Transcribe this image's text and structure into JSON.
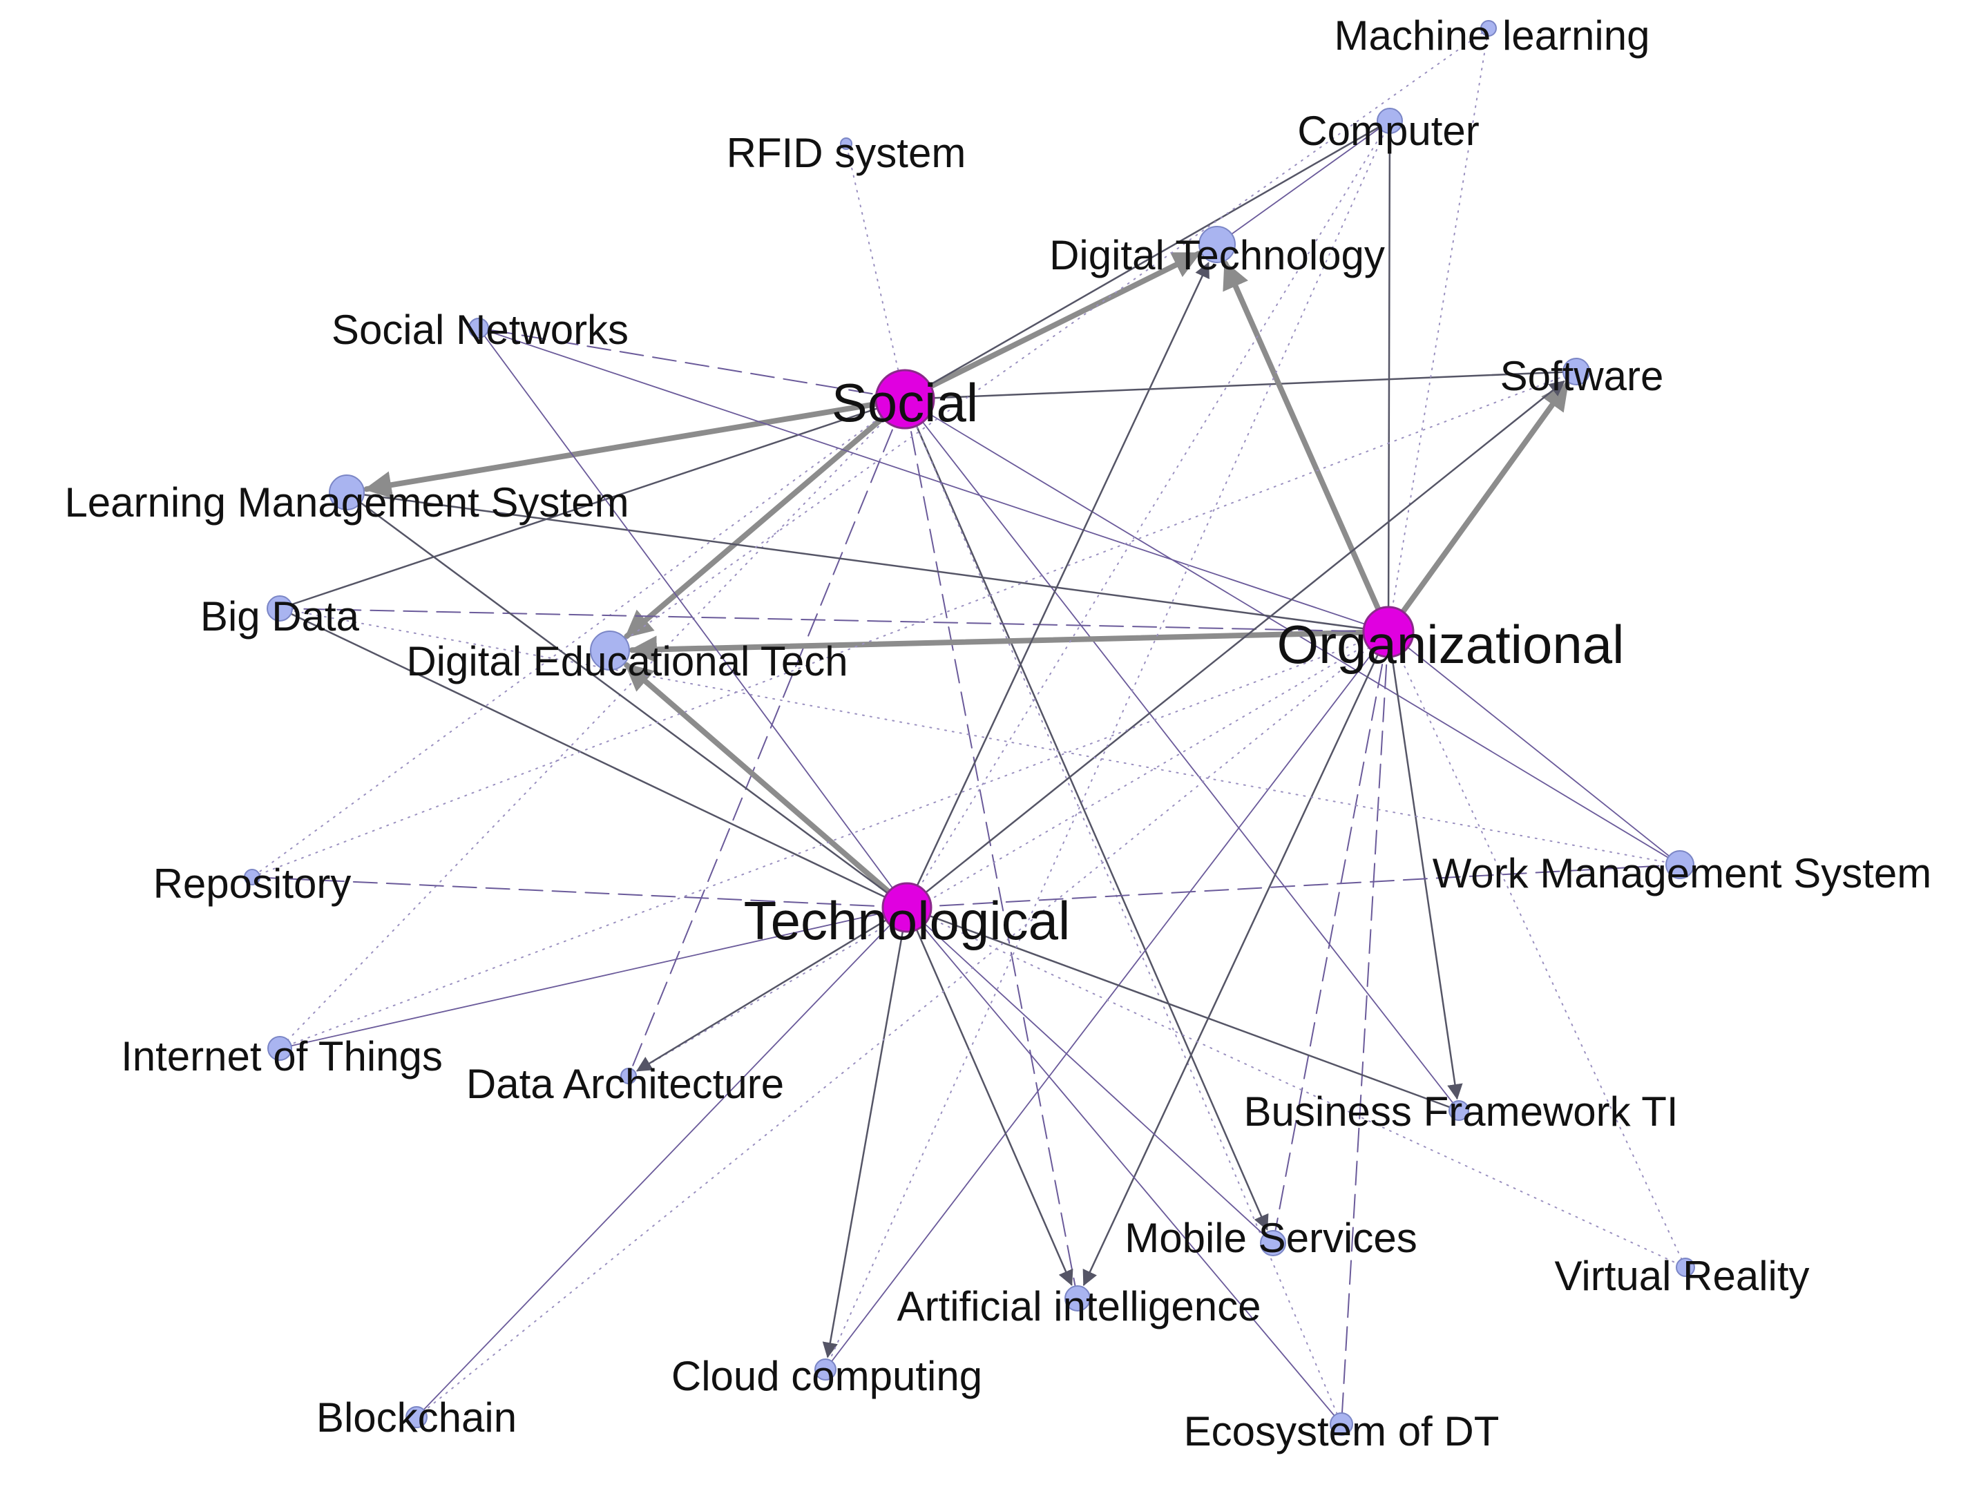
{
  "colors": {
    "hub": "#e000e0",
    "hub_stroke": "#8a2a8a",
    "node": "#a9b4f0",
    "node_stroke": "#7b86c6",
    "edge_dark": "#555566",
    "edge_gray": "#8c8c8c",
    "edge_purple": "#6a5a9a",
    "edge_light": "#9a90c0"
  },
  "nodes": [
    {
      "id": "social",
      "label": "Social",
      "kind": "hub"
    },
    {
      "id": "org",
      "label": "Organizational",
      "kind": "hub"
    },
    {
      "id": "tech",
      "label": "Technological",
      "kind": "hub"
    },
    {
      "id": "ml",
      "label": "Machine learning",
      "kind": "topic"
    },
    {
      "id": "computer",
      "label": "Computer",
      "kind": "topic"
    },
    {
      "id": "rfid",
      "label": "RFID system",
      "kind": "topic"
    },
    {
      "id": "digtech",
      "label": "Digital Technology",
      "kind": "topic"
    },
    {
      "id": "socnet",
      "label": "Social Networks",
      "kind": "topic"
    },
    {
      "id": "software",
      "label": "Software",
      "kind": "topic"
    },
    {
      "id": "lms",
      "label": "Learning Management System",
      "kind": "topic"
    },
    {
      "id": "bigdata",
      "label": "Big Data",
      "kind": "topic"
    },
    {
      "id": "det",
      "label": "Digital Educational Tech",
      "kind": "topic"
    },
    {
      "id": "repo",
      "label": "Repository",
      "kind": "topic"
    },
    {
      "id": "wms",
      "label": "Work Management System",
      "kind": "topic"
    },
    {
      "id": "iot",
      "label": "Internet of Things",
      "kind": "topic"
    },
    {
      "id": "dataarch",
      "label": "Data Architecture",
      "kind": "topic"
    },
    {
      "id": "bfti",
      "label": "Business Framework TI",
      "kind": "topic"
    },
    {
      "id": "mobile",
      "label": "Mobile Services",
      "kind": "topic"
    },
    {
      "id": "vr",
      "label": "Virtual Reality",
      "kind": "topic"
    },
    {
      "id": "ai",
      "label": "Artificial intelligence",
      "kind": "topic"
    },
    {
      "id": "cloud",
      "label": "Cloud computing",
      "kind": "topic"
    },
    {
      "id": "blockchain",
      "label": "Blockchain",
      "kind": "topic"
    },
    {
      "id": "eco",
      "label": "Ecosystem of DT",
      "kind": "topic"
    }
  ],
  "edges": [
    {
      "from": "social",
      "to": "digtech",
      "style": "thick",
      "arrow": true
    },
    {
      "from": "social",
      "to": "lms",
      "style": "thick",
      "arrow": true
    },
    {
      "from": "social",
      "to": "det",
      "style": "thick",
      "arrow": true
    },
    {
      "from": "social",
      "to": "software",
      "style": "solid",
      "arrow": false
    },
    {
      "from": "social",
      "to": "computer",
      "style": "solid",
      "arrow": false
    },
    {
      "from": "social",
      "to": "bigdata",
      "style": "solid",
      "arrow": false
    },
    {
      "from": "social",
      "to": "mobile",
      "style": "solid",
      "arrow": true
    },
    {
      "from": "social",
      "to": "ai",
      "style": "dashed",
      "arrow": false
    },
    {
      "from": "social",
      "to": "dataarch",
      "style": "dashed",
      "arrow": false
    },
    {
      "from": "social",
      "to": "socnet",
      "style": "dashed",
      "arrow": false
    },
    {
      "from": "social",
      "to": "rfid",
      "style": "dotted",
      "arrow": false
    },
    {
      "from": "social",
      "to": "wms",
      "style": "thin",
      "arrow": false
    },
    {
      "from": "social",
      "to": "bfti",
      "style": "thin",
      "arrow": false
    },
    {
      "from": "social",
      "to": "eco",
      "style": "dotted",
      "arrow": false
    },
    {
      "from": "social",
      "to": "repo",
      "style": "dotted",
      "arrow": false
    },
    {
      "from": "social",
      "to": "iot",
      "style": "dotted",
      "arrow": false
    },
    {
      "from": "org",
      "to": "digtech",
      "style": "thick",
      "arrow": true
    },
    {
      "from": "org",
      "to": "software",
      "style": "thick",
      "arrow": true
    },
    {
      "from": "org",
      "to": "det",
      "style": "thick",
      "arrow": true
    },
    {
      "from": "org",
      "to": "computer",
      "style": "solid",
      "arrow": false
    },
    {
      "from": "org",
      "to": "lms",
      "style": "solid",
      "arrow": false
    },
    {
      "from": "org",
      "to": "bigdata",
      "style": "dashed",
      "arrow": false
    },
    {
      "from": "org",
      "to": "bfti",
      "style": "solid",
      "arrow": true
    },
    {
      "from": "org",
      "to": "wms",
      "style": "thin",
      "arrow": false
    },
    {
      "from": "org",
      "to": "mobile",
      "style": "dashed",
      "arrow": false
    },
    {
      "from": "org",
      "to": "ai",
      "style": "solid",
      "arrow": true
    },
    {
      "from": "org",
      "to": "eco",
      "style": "dashed",
      "arrow": false
    },
    {
      "from": "org",
      "to": "cloud",
      "style": "thin",
      "arrow": false
    },
    {
      "from": "org",
      "to": "vr",
      "style": "dotted",
      "arrow": false
    },
    {
      "from": "org",
      "to": "ml",
      "style": "dotted",
      "arrow": false
    },
    {
      "from": "org",
      "to": "socnet",
      "style": "thin",
      "arrow": false
    },
    {
      "from": "org",
      "to": "dataarch",
      "style": "dotted",
      "arrow": false
    },
    {
      "from": "tech",
      "to": "det",
      "style": "thick",
      "arrow": true
    },
    {
      "from": "tech",
      "to": "digtech",
      "style": "solid",
      "arrow": true
    },
    {
      "from": "tech",
      "to": "software",
      "style": "solid",
      "arrow": true
    },
    {
      "from": "tech",
      "to": "lms",
      "style": "solid",
      "arrow": false
    },
    {
      "from": "tech",
      "to": "bigdata",
      "style": "solid",
      "arrow": false
    },
    {
      "from": "tech",
      "to": "bfti",
      "style": "solid",
      "arrow": false
    },
    {
      "from": "tech",
      "to": "ai",
      "style": "solid",
      "arrow": true
    },
    {
      "from": "tech",
      "to": "cloud",
      "style": "solid",
      "arrow": true
    },
    {
      "from": "tech",
      "to": "dataarch",
      "style": "solid",
      "arrow": true
    },
    {
      "from": "tech",
      "to": "mobile",
      "style": "thin",
      "arrow": false
    },
    {
      "from": "tech",
      "to": "eco",
      "style": "thin",
      "arrow": false
    },
    {
      "from": "tech",
      "to": "wms",
      "style": "dashed",
      "arrow": false
    },
    {
      "from": "tech",
      "to": "repo",
      "style": "dashed",
      "arrow": false
    },
    {
      "from": "tech",
      "to": "iot",
      "style": "thin",
      "arrow": false
    },
    {
      "from": "tech",
      "to": "blockchain",
      "style": "thin",
      "arrow": false
    },
    {
      "from": "tech",
      "to": "socnet",
      "style": "thin",
      "arrow": false
    },
    {
      "from": "tech",
      "to": "vr",
      "style": "dotted",
      "arrow": false
    },
    {
      "from": "tech",
      "to": "computer",
      "style": "dotted",
      "arrow": false
    },
    {
      "from": "computer",
      "to": "digtech",
      "style": "thin",
      "arrow": false
    },
    {
      "from": "ml",
      "to": "det",
      "style": "dotted",
      "arrow": false
    },
    {
      "from": "blockchain",
      "to": "org",
      "style": "dotted",
      "arrow": false
    },
    {
      "from": "iot",
      "to": "org",
      "style": "dotted",
      "arrow": false
    },
    {
      "from": "repo",
      "to": "software",
      "style": "dotted",
      "arrow": false
    },
    {
      "from": "bigdata",
      "to": "wms",
      "style": "dotted",
      "arrow": false
    },
    {
      "from": "cloud",
      "to": "computer",
      "style": "dotted",
      "arrow": false
    }
  ]
}
